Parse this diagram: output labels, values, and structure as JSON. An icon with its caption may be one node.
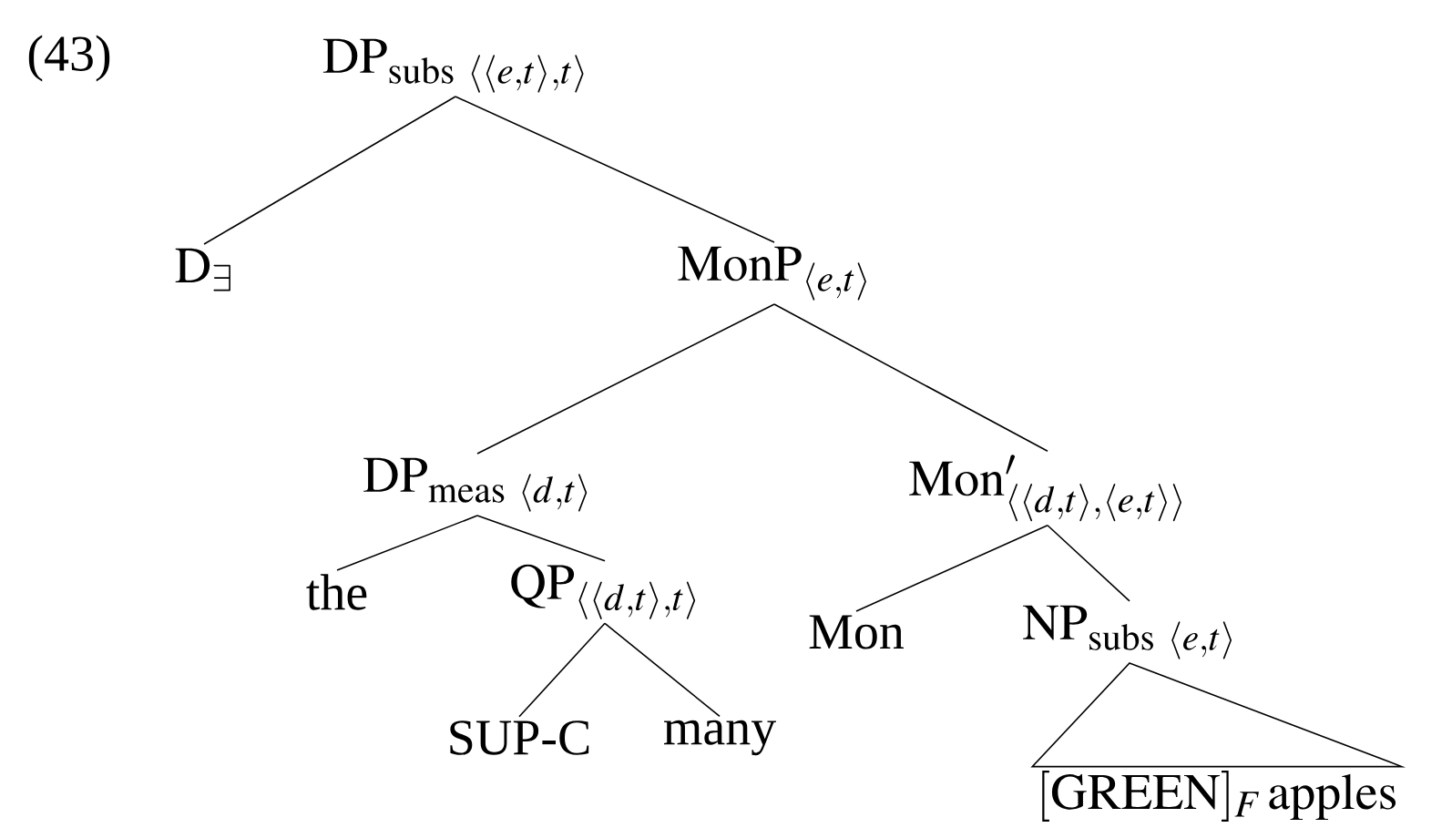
{
  "diagram": {
    "nodes": [
      {
        "text": [
          "\\mathrm{DP}_{\\mathrm{subs}\\ \\langle\\langle e,t\\rangle,t\\rangle}"
        ]
      },
      {
        "text": [
          "\\mathrm{D}_{\\exists}"
        ]
      },
      {
        "text": [
          "\\mathrm{MonP}_{\\langle e,t\\rangle}"
        ]
      },
      {
        "text": [
          "\\mathrm{DP}_{\\mathrm{meas}\\ \\langle d,t\\rangle}"
        ]
      },
      {
        "text": [
          "\\mathrm{Mon}'_{\\langle\\langle d,t\\rangle,\\langle e,t\\rangle\\rangle}"
        ]
      },
      {
        "text": [
          "the"
        ]
      },
      {
        "text": [
          "\\mathrm{QP}_{\\langle\\langle d,t\\rangle,t\\rangle}"
        ]
      },
      {
        "text": [
          "Mon"
        ]
      },
      {
        "text": [
          "\\mathrm{NP}_{\\mathrm{subs}\\ \\langle e,t\\rangle}"
        ]
      },
      {
        "text": [
          "SUP-C"
        ]
      },
      {
        "text": [
          "many"
        ]
      },
      {
        "text": [
          "[\\mathrm{GREEN}]_{F}\\,\\mathrm{apples}"
        ]
      }
    ],
    "edges": [
      {
        "from": 0,
        "to": 1,
        "arrow": "none"
      },
      {
        "from": 0,
        "to": 2,
        "arrow": "none"
      },
      {
        "from": 2,
        "to": 3,
        "arrow": "none"
      },
      {
        "from": 2,
        "to": 4,
        "arrow": "none"
      },
      {
        "from": 3,
        "to": 5,
        "arrow": "none"
      },
      {
        "from": 3,
        "to": 6,
        "arrow": "none"
      },
      {
        "from": 4,
        "to": 7,
        "arrow": "none"
      },
      {
        "from": 4,
        "to": 8,
        "arrow": "none"
      },
      {
        "from": 6,
        "to": 9,
        "arrow": "none"
      },
      {
        "from": 6,
        "to": 10,
        "arrow": "none"
      },
      {
        "from": 8,
        "to": 11,
        "arrow": "none"
      }
    ],
    "labels": [
      "(43)"
    ]
  }
}
